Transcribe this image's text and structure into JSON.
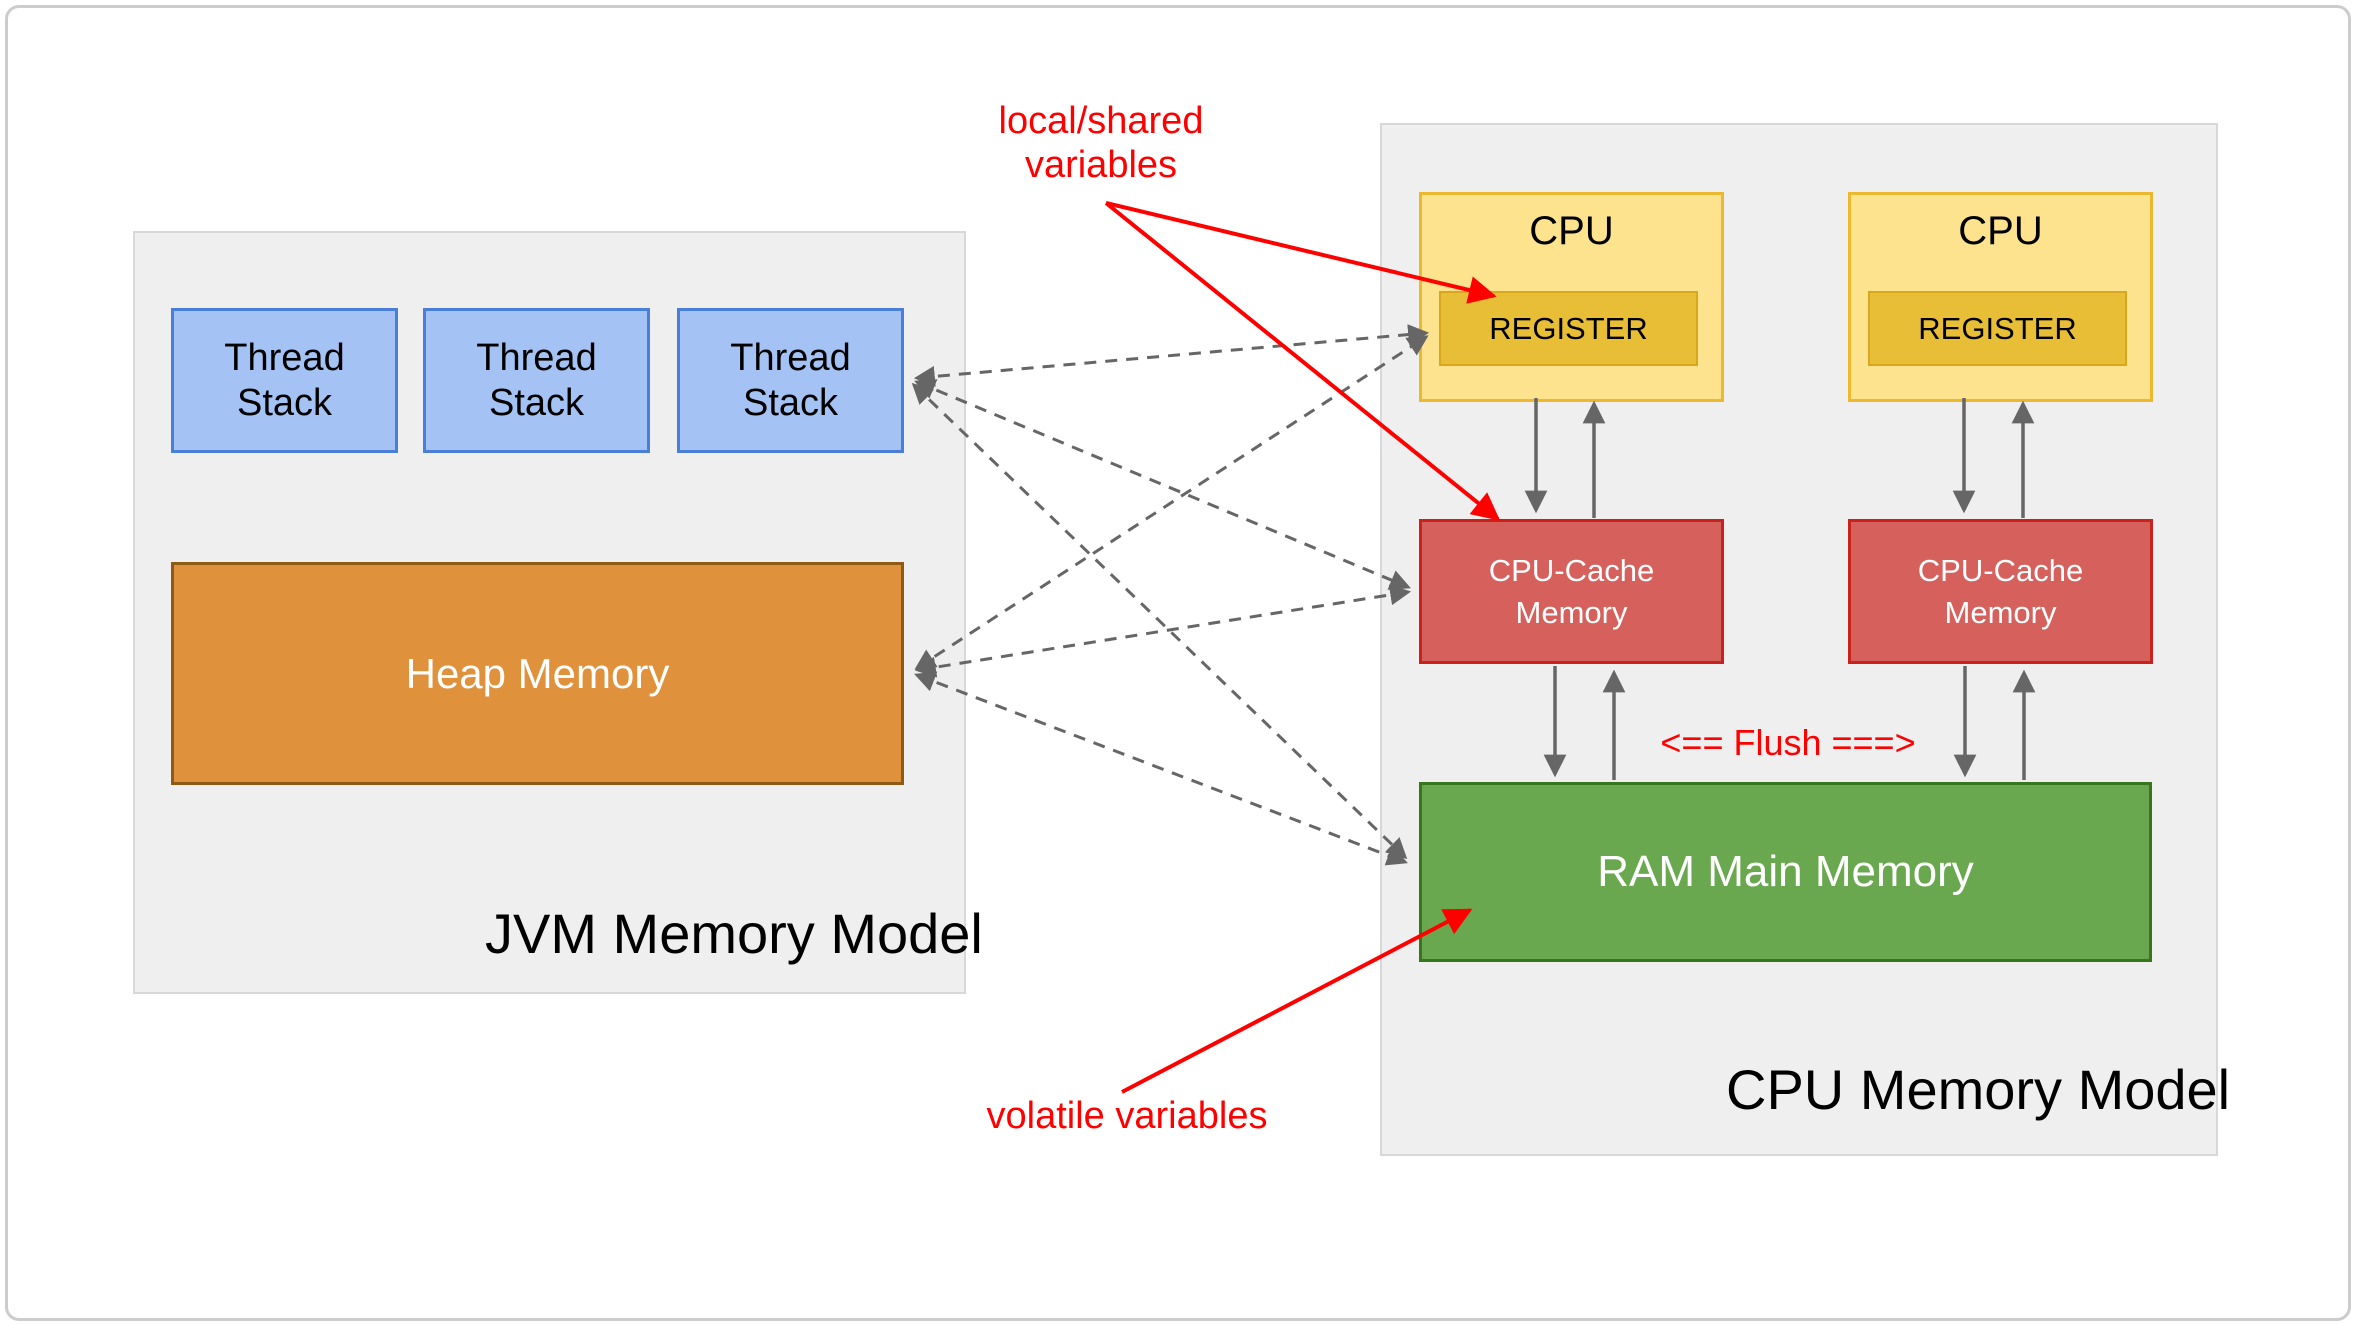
{
  "diagram": {
    "jvm_panel": {
      "title": "JVM Memory Model",
      "thread_stacks": [
        {
          "label": "Thread Stack"
        },
        {
          "label": "Thread Stack"
        },
        {
          "label": "Thread Stack"
        }
      ],
      "heap_label": "Heap Memory"
    },
    "cpu_panel": {
      "title": "CPU Memory Model",
      "cpus": [
        {
          "label": "CPU",
          "register_label": "REGISTER",
          "cache_label": "CPU-Cache Memory"
        },
        {
          "label": "CPU",
          "register_label": "REGISTER",
          "cache_label": "CPU-Cache Memory"
        }
      ],
      "ram_label": "RAM Main Memory",
      "flush_label": "<== Flush ===>"
    },
    "annotations": {
      "local_shared_line1": "local/shared",
      "local_shared_line2": "variables",
      "volatile_label": "volatile variables"
    }
  },
  "colors": {
    "panel_bg": "#efefef",
    "panel_border": "#d8d8d8",
    "thread_stack_fill": "#a4c2f4",
    "thread_stack_border": "#4a7fd9",
    "heap_fill": "#e0913b",
    "heap_border": "#8f5a14",
    "cpu_fill": "#fde38d",
    "cpu_border": "#ecb82f",
    "register_fill": "#e9be37",
    "register_border": "#d9a61e",
    "cache_fill": "#d6605c",
    "cache_border": "#c9211b",
    "ram_fill": "#6aa84f",
    "ram_border": "#38761d",
    "arrow_gray": "#666666",
    "annotation_red": "#ff0000"
  }
}
